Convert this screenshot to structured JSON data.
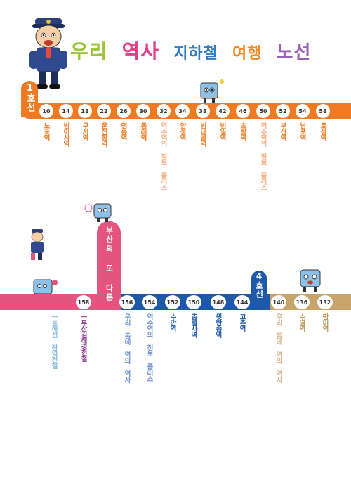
{
  "title": {
    "words": [
      "우리",
      "역사",
      "지하철",
      "여행",
      "노선"
    ],
    "colors": [
      "#9bc43b",
      "#e23f8b",
      "#2e7fc1",
      "#f08a24",
      "#9b5fb8"
    ]
  },
  "line1": {
    "label": "1호선",
    "color": "#ef7a23",
    "stations": [
      {
        "num": "10",
        "name": "노포역",
        "color": "#ef7a23"
      },
      {
        "num": "14",
        "name": "범어사역",
        "color": "#ef7a23"
      },
      {
        "num": "18",
        "name": "구서역",
        "color": "#ef7a23"
      },
      {
        "num": "22",
        "name": "온천장역",
        "color": "#ef7a23"
      },
      {
        "num": "26",
        "name": "명륜역",
        "color": "#ef7a23"
      },
      {
        "num": "30",
        "name": "동래역",
        "color": "#ef7a23"
      },
      {
        "num": "32",
        "name": "역수역의 정보 플러스",
        "color": "#f3b183"
      },
      {
        "num": "34",
        "name": "양정역",
        "color": "#ef7a23"
      },
      {
        "num": "38",
        "name": "범내골역",
        "color": "#ef7a23"
      },
      {
        "num": "42",
        "name": "범일역",
        "color": "#ef7a23"
      },
      {
        "num": "46",
        "name": "초량역",
        "color": "#ef7a23"
      },
      {
        "num": "50",
        "name": "역수역의 정보 플러스",
        "color": "#f3b183"
      },
      {
        "num": "52",
        "name": "부산역",
        "color": "#ef7a23"
      },
      {
        "num": "54",
        "name": "남포역",
        "color": "#ef7a23"
      },
      {
        "num": "58",
        "name": "토성역",
        "color": "#ef7a23"
      }
    ]
  },
  "busan_line": {
    "label": "부산의 또 다른 전철",
    "color": "#e3557e"
  },
  "line4": {
    "label": "4호선",
    "color": "#1e58a8"
  },
  "bottom_stations": [
    {
      "num": "158",
      "name": "동해선 광역전철",
      "color": "#89b9dd",
      "marker": "ㅡ",
      "circle": false
    },
    {
      "num": "158",
      "name": "부산김해경전철",
      "color": "#8b3c8f",
      "marker": "ㅡ",
      "circle": true
    },
    {
      "num": "156",
      "name": "우리 동네 역의 역사",
      "color": "#6d8fc7",
      "circle": true
    },
    {
      "num": "154",
      "name": "역수역의 정보 플러스",
      "color": "#6d8fc7",
      "circle": true
    },
    {
      "num": "152",
      "name": "수안역",
      "color": "#1e58a8",
      "circle": true
    },
    {
      "num": "150",
      "name": "충렬사역",
      "color": "#1e58a8",
      "circle": true
    },
    {
      "num": "148",
      "name": "윗반송역",
      "color": "#1e58a8",
      "circle": true
    },
    {
      "num": "144",
      "name": "고촌역",
      "color": "#1e58a8",
      "circle": true
    },
    {
      "num": "140",
      "name": "우리 동네 역의 역사",
      "color": "#d4b48a",
      "circle": true
    },
    {
      "num": "136",
      "name": "수영역",
      "color": "#b8924f",
      "circle": true
    },
    {
      "num": "132",
      "name": "망미역",
      "color": "#b8924f",
      "circle": true
    }
  ]
}
